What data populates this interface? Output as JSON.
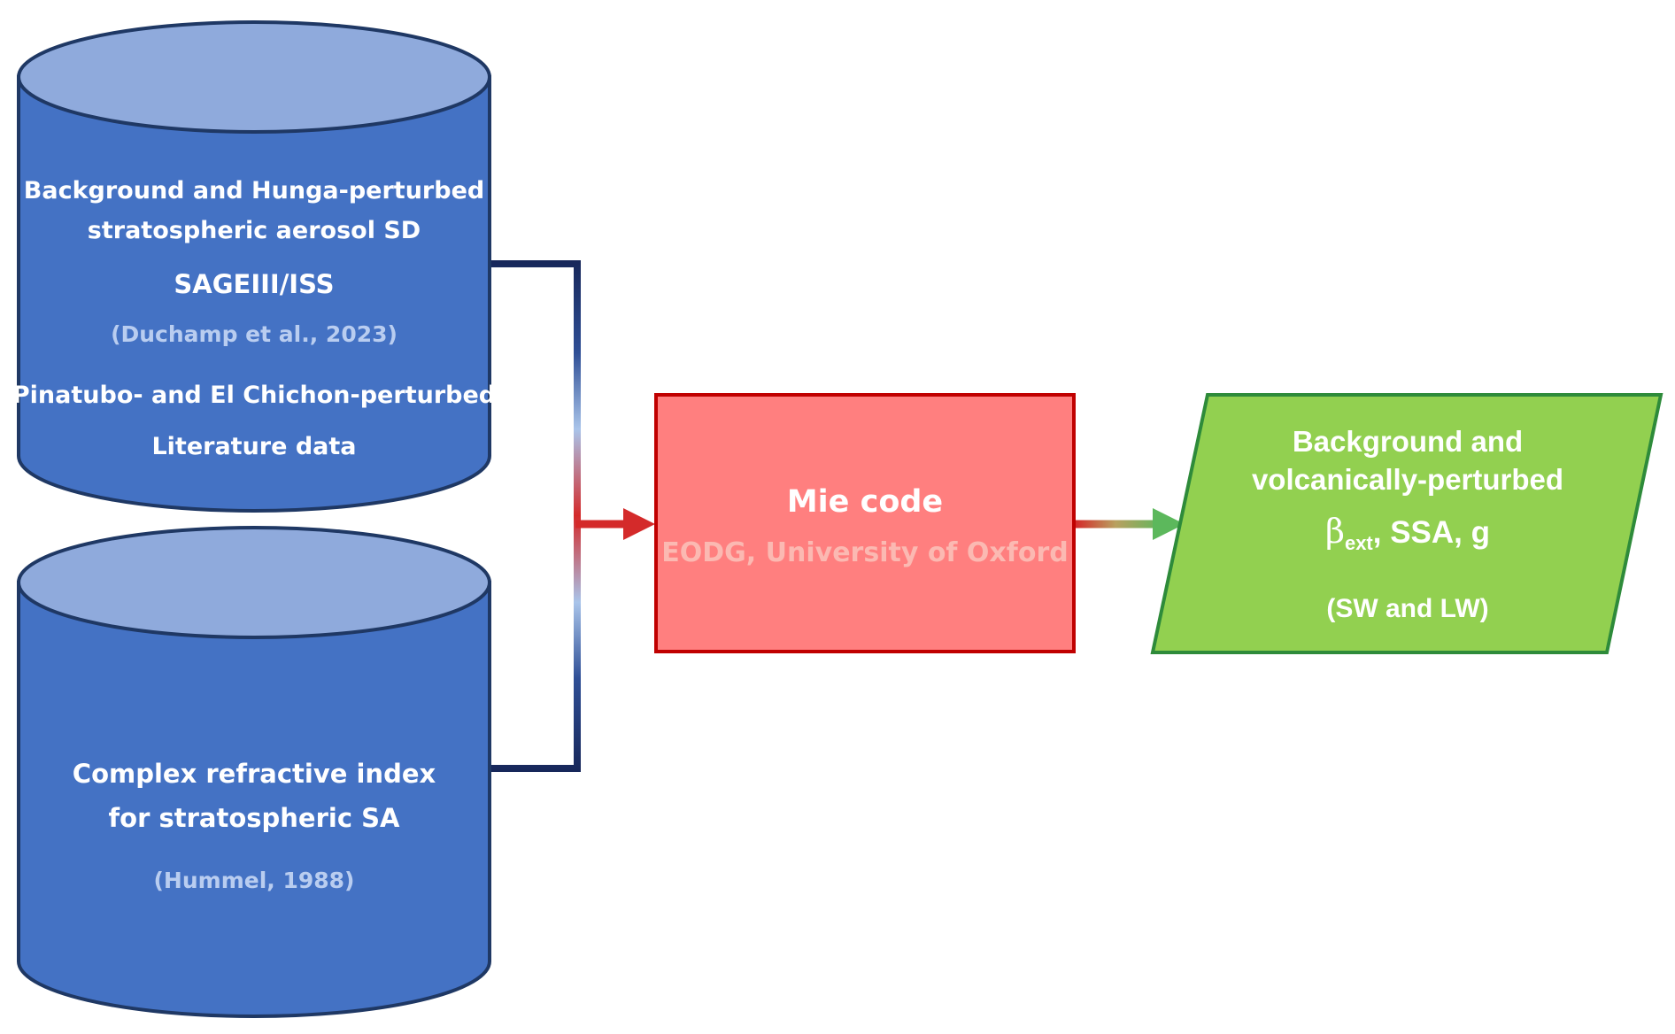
{
  "top_cylinder": {
    "line1": "Background and Hunga-perturbed",
    "line2": "stratospheric aerosol SD",
    "source": "SAGEIII/ISS",
    "citation": "(Duchamp et al., 2023)",
    "line3": "Pinatubo- and El Chichon-perturbed",
    "line4": "Literature data"
  },
  "bottom_cylinder": {
    "line1": "Complex refractive index",
    "line2": "for stratospheric SA",
    "citation": "(Hummel, 1988)"
  },
  "mie_box": {
    "title": "Mie code",
    "subtitle": "EODG, University of Oxford"
  },
  "output": {
    "line1": "Background and",
    "line2": "volcanically-perturbed",
    "beta_symbol": "β",
    "beta_subscript": "ext",
    "params_rest": ", SSA, g",
    "bands": "(SW and LW)"
  },
  "colors": {
    "cylinder_body": "#4472c4",
    "cylinder_top": "#8faadc",
    "cylinder_outline": "#1f3864",
    "mie_fill": "#ff7f7f",
    "mie_border": "#c00000",
    "output_fill": "#92d050",
    "output_border": "#2e8b3a",
    "arrow_red": "#d42a2a",
    "arrow_green": "#5cb85c",
    "connector_navy": "#17275a"
  }
}
